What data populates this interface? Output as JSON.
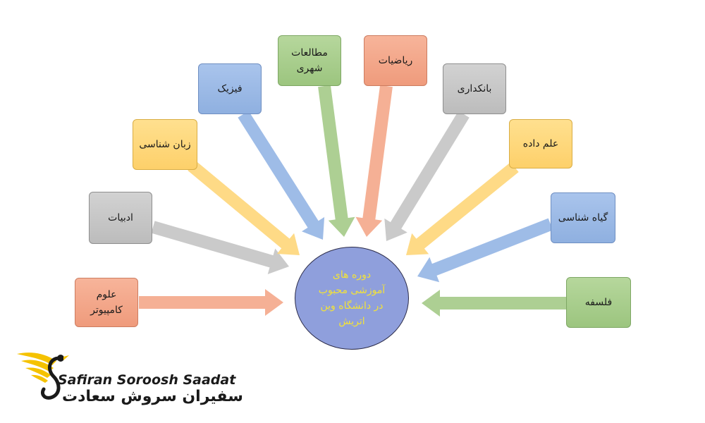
{
  "center": {
    "text": "دوره های\nآموزشی محبوب\nدر دانشگاه وین\nاتریش"
  },
  "topics": [
    {
      "id": "computer-science",
      "label": "علوم\nکامپیوتر",
      "color": "orange"
    },
    {
      "id": "literature",
      "label": "ادبیات",
      "color": "gray"
    },
    {
      "id": "linguistics",
      "label": "زبان شناسی",
      "color": "yellow"
    },
    {
      "id": "physics",
      "label": "فیزیک",
      "color": "blue"
    },
    {
      "id": "urban-studies",
      "label": "مطالعات\nشهری",
      "color": "green"
    },
    {
      "id": "mathematics",
      "label": "ریاضیات",
      "color": "orange"
    },
    {
      "id": "banking",
      "label": "بانکداری",
      "color": "gray"
    },
    {
      "id": "data-science",
      "label": "علم داده",
      "color": "yellow"
    },
    {
      "id": "botany",
      "label": "گیاه شناسی",
      "color": "blue"
    },
    {
      "id": "philosophy",
      "label": "فلسفه",
      "color": "green"
    }
  ],
  "colors": {
    "orange": "#f4a98c",
    "gray": "#c6c6c6",
    "yellow": "#fed77c",
    "blue": "#96b6e5",
    "green": "#a6cb8a"
  },
  "logo": {
    "name_en": "Safiran Soroosh Saadat",
    "name_fa": "سفیران سروش سعادت"
  }
}
